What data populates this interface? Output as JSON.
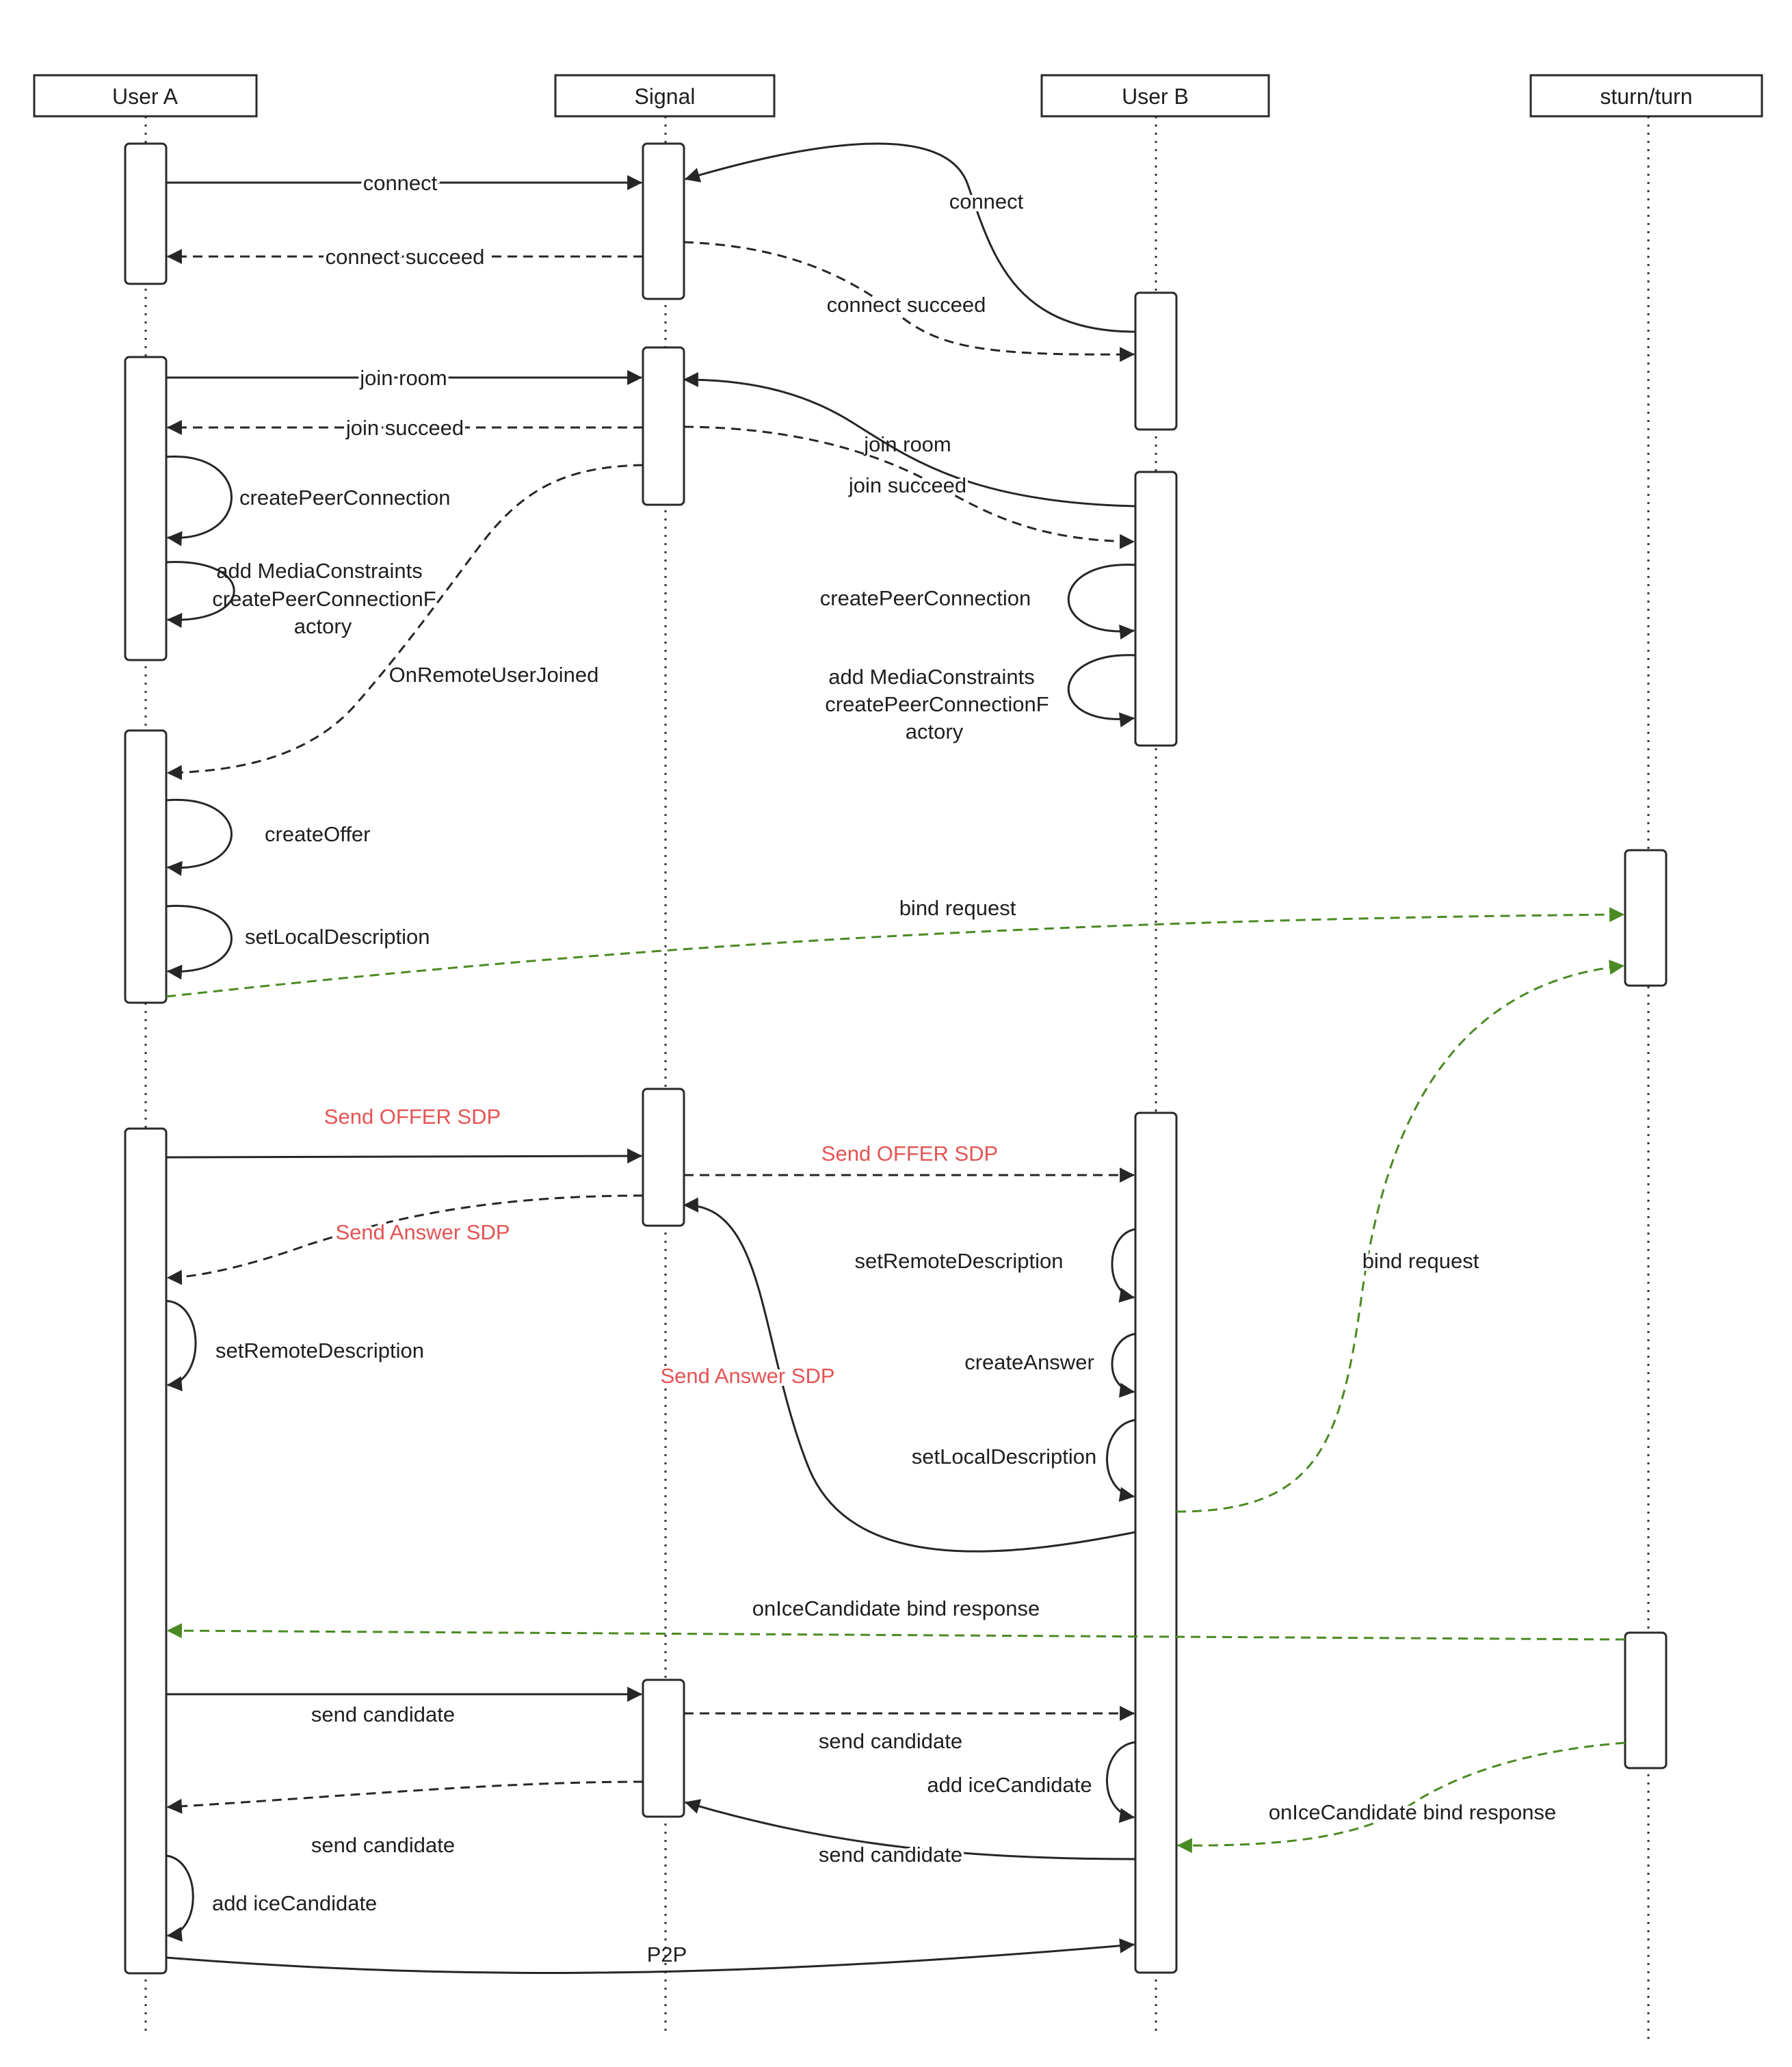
{
  "colors": {
    "line": "#262626",
    "green": "#4a8a22",
    "red_label": "#e55353"
  },
  "participants": {
    "user_a": "User A",
    "signal": "Signal",
    "user_b": "User B",
    "stun": "sturn/turn"
  },
  "messages": {
    "connect_a": "connect",
    "connect_succeed_a": "connect succeed",
    "connect_b": "connect",
    "connect_succeed_b": "connect  succeed",
    "join_room_a": "join room",
    "join_succeed_a": "join succeed",
    "join_room_b": "join room",
    "join_succeed_b": "join succeed",
    "create_pc_a": "createPeerConnection",
    "add_media_a": [
      "add MediaConstraints",
      "createPeerConnectionF",
      "actory"
    ],
    "create_pc_b": "createPeerConnection",
    "add_media_b": [
      "add MediaConstraints",
      "createPeerConnectionF",
      "actory"
    ],
    "on_remote_joined": "OnRemoteUserJoined",
    "create_offer": "createOffer",
    "set_local_a": "setLocalDescription",
    "bind_request_a": "bind request",
    "send_offer_a": "Send OFFER SDP",
    "send_offer_b": "Send OFFER SDP",
    "send_answer_a": "Send Answer SDP",
    "send_answer_b": "Send Answer SDP",
    "set_remote_a": "setRemoteDescription",
    "set_remote_b": "setRemoteDescription",
    "create_answer": "createAnswer",
    "set_local_b": "setLocalDescription",
    "bind_request_b": "bind request",
    "ice_bind_response_a": "onIceCandidate bind response",
    "send_candidate_a1": "send candidate",
    "send_candidate_b1": "send candidate",
    "add_ice_b": "add iceCandidate",
    "send_candidate_a2": "send candidate",
    "send_candidate_b2": "send candidate",
    "ice_bind_response_b": "onIceCandidate bind response",
    "add_ice_a": "add iceCandidate",
    "p2p": "P2P"
  }
}
